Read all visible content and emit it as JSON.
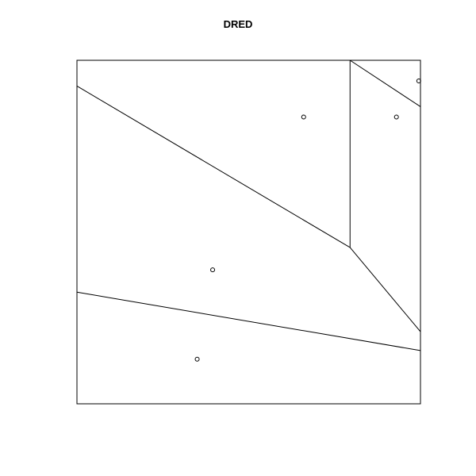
{
  "chart_data": {
    "type": "scatter",
    "title": "DRED",
    "xlabel": "",
    "ylabel": "",
    "axes_visible": false,
    "grid": false,
    "plot_box": true,
    "description_kind": "voronoi-tessellation",
    "xlim": [
      0,
      1
    ],
    "ylim": [
      0,
      1
    ],
    "points": [
      {
        "x": 0.66,
        "y": 0.835
      },
      {
        "x": 0.93,
        "y": 0.835
      },
      {
        "x": 0.995,
        "y": 0.94
      },
      {
        "x": 0.395,
        "y": 0.39
      },
      {
        "x": 0.35,
        "y": 0.13
      }
    ],
    "edges": [
      {
        "x1": 0.0,
        "y1": 0.925,
        "x2": 0.795,
        "y2": 0.455
      },
      {
        "x1": 0.795,
        "y1": 1.0,
        "x2": 0.795,
        "y2": 0.455
      },
      {
        "x1": 0.795,
        "y1": 1.0,
        "x2": 1.0,
        "y2": 0.865
      },
      {
        "x1": 0.795,
        "y1": 0.455,
        "x2": 1.0,
        "y2": 0.21
      },
      {
        "x1": 0.0,
        "y1": 0.325,
        "x2": 1.0,
        "y2": 0.155
      }
    ],
    "colors": {
      "stroke": "#000000",
      "background": "#ffffff"
    }
  }
}
